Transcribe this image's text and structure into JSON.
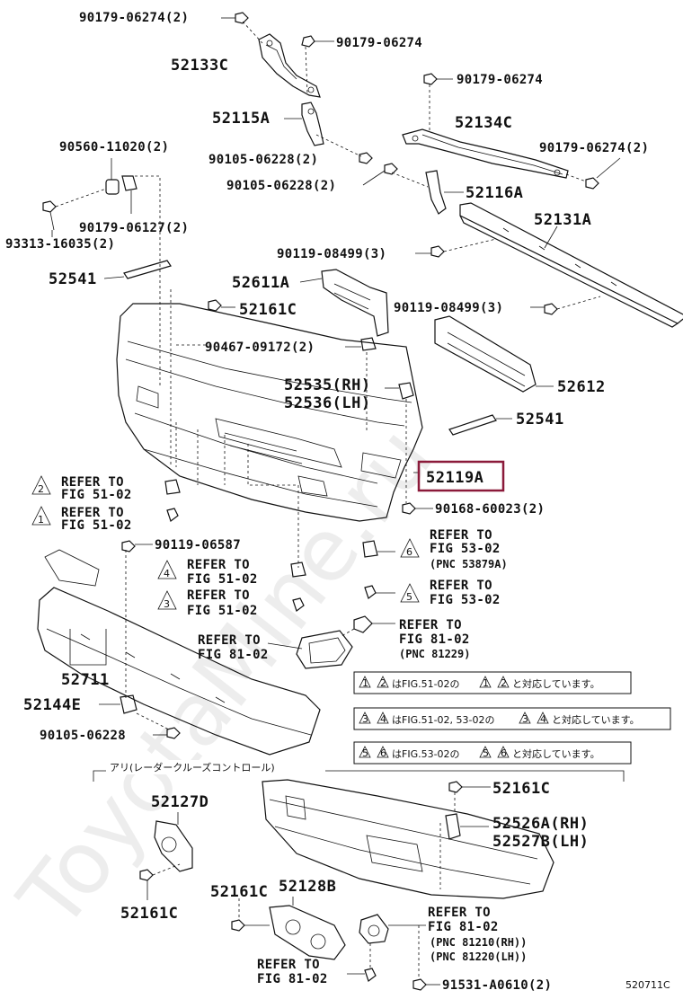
{
  "highlight_color": "#8b1a3a",
  "watermark": "ToyotaMine.ru",
  "figure_number": "520711C",
  "labels": {
    "l_90179_top": "90179-06274(2)",
    "l_90179_a": "90179-06274",
    "l_52133c": "52133C",
    "l_90179_b": "90179-06274",
    "l_52115a": "52115A",
    "l_52134c": "52134C",
    "l_90179_c": "90179-06274(2)",
    "l_90560": "90560-11020(2)",
    "l_90105_a": "90105-06228(2)",
    "l_90105_b": "90105-06228(2)",
    "l_52116a": "52116A",
    "l_90179_d": "90179-06127(2)",
    "l_52131a": "52131A",
    "l_93313": "93313-16035(2)",
    "l_90119_a": "90119-08499(3)",
    "l_52541_a": "52541",
    "l_52611a": "52611A",
    "l_90119_b": "90119-08499(3)",
    "l_52161c_a": "52161C",
    "l_90467": "90467-09172(2)",
    "l_52535": "52535(RH)",
    "l_52612": "52612",
    "l_52536": "52536(LH)",
    "l_52541_b": "52541",
    "l_52119a": "52119A",
    "l_90168": "90168-60023(2)",
    "l_90119_c": "90119-06587",
    "l_52711": "52711",
    "l_52144e": "52144E",
    "l_90105_c": "90105-06228",
    "l_52127d": "52127D",
    "l_52161c_b": "52161C",
    "l_52161c_c": "52161C",
    "l_52128b": "52128B",
    "l_52161c_d": "52161C",
    "l_52526a": "52526A(RH)",
    "l_52527b": "52527B(LH)",
    "l_91531": "91531-A0610(2)"
  },
  "refs": [
    {
      "tri": "2",
      "line1": "REFER TO",
      "line2": "FIG 51-02",
      "line3": ""
    },
    {
      "tri": "1",
      "line1": "REFER TO",
      "line2": "FIG 51-02",
      "line3": ""
    },
    {
      "tri": "6",
      "line1": "REFER TO",
      "line2": "FIG 53-02",
      "line3": "(PNC 53879A)"
    },
    {
      "tri": "4",
      "line1": "REFER TO",
      "line2": "FIG 51-02",
      "line3": ""
    },
    {
      "tri": "5",
      "line1": "REFER TO",
      "line2": "FIG 53-02",
      "line3": ""
    },
    {
      "tri": "3",
      "line1": "REFER TO",
      "line2": "FIG 51-02",
      "line3": ""
    },
    {
      "tri": "",
      "line1": "REFER TO",
      "line2": "FIG 81-02",
      "line3": "(PNC 81229)"
    },
    {
      "tri": "",
      "line1": "REFER TO",
      "line2": "FIG 81-02",
      "line3": ""
    },
    {
      "tri": "",
      "line1": "REFER TO",
      "line2": "FIG 81-02",
      "line3": "(PNC 81210(RH))"
    },
    {
      "tri": "",
      "line1": "",
      "line2": "",
      "line3": "(PNC 81220(LH))"
    },
    {
      "tri": "",
      "line1": "REFER TO",
      "line2": "FIG 81-02",
      "line3": ""
    }
  ],
  "notes": [
    {
      "a": "1",
      "b": "2",
      "text": "はFIG.51-02の",
      "c": "1",
      "d": "2",
      "tail": "と対応しています。"
    },
    {
      "a": "3",
      "b": "4",
      "text": "はFIG.51-02, 53-02の",
      "c": "3",
      "d": "4",
      "tail": "と対応しています。"
    },
    {
      "a": "5",
      "b": "6",
      "text": "はFIG.53-02の",
      "c": "5",
      "d": "6",
      "tail": "と対応しています。"
    }
  ],
  "section_caption": "アリ(レーダークルーズコントロール)"
}
